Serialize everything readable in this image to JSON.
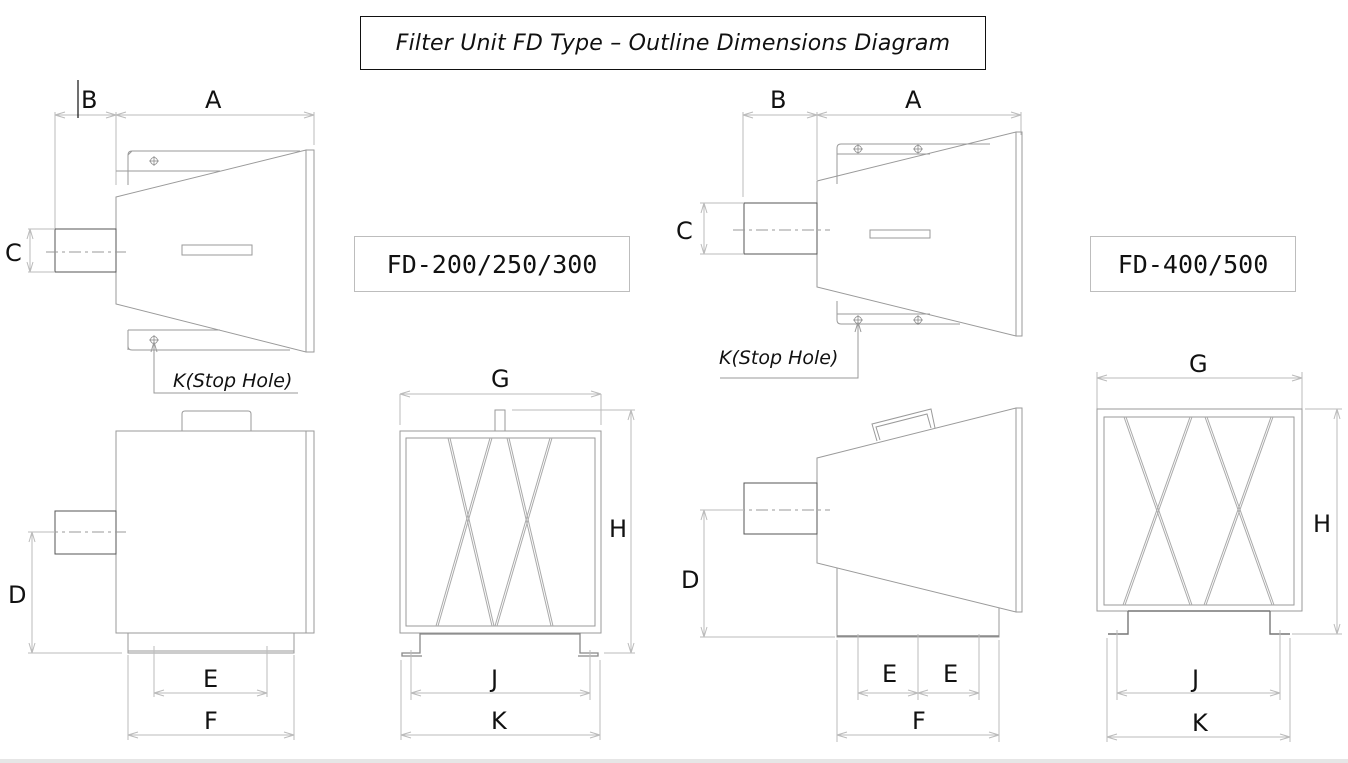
{
  "title": "Filter Unit FD Type – Outline Dimensions Diagram",
  "models": {
    "small": "FD-200/250/300",
    "large": "FD-400/500"
  },
  "dimensions": {
    "A": "A",
    "B": "B",
    "C": "C",
    "D": "D",
    "E": "E",
    "F": "F",
    "G": "G",
    "H": "H",
    "J": "J",
    "K": "K"
  },
  "notes": {
    "stop_hole": "K(Stop Hole)"
  },
  "views": [
    {
      "id": "small-side-view",
      "model": "FD-200/250/300",
      "dims": [
        "A",
        "B",
        "C"
      ]
    },
    {
      "id": "small-front-view",
      "model": "FD-200/250/300",
      "dims": [
        "D",
        "E",
        "F"
      ]
    },
    {
      "id": "small-end-view",
      "model": "FD-200/250/300",
      "dims": [
        "G",
        "H",
        "J",
        "K"
      ]
    },
    {
      "id": "large-side-view",
      "model": "FD-400/500",
      "dims": [
        "A",
        "B",
        "C"
      ]
    },
    {
      "id": "large-front-view",
      "model": "FD-400/500",
      "dims": [
        "D",
        "E",
        "F"
      ]
    },
    {
      "id": "large-end-view",
      "model": "FD-400/500",
      "dims": [
        "G",
        "H",
        "J",
        "K"
      ]
    }
  ]
}
